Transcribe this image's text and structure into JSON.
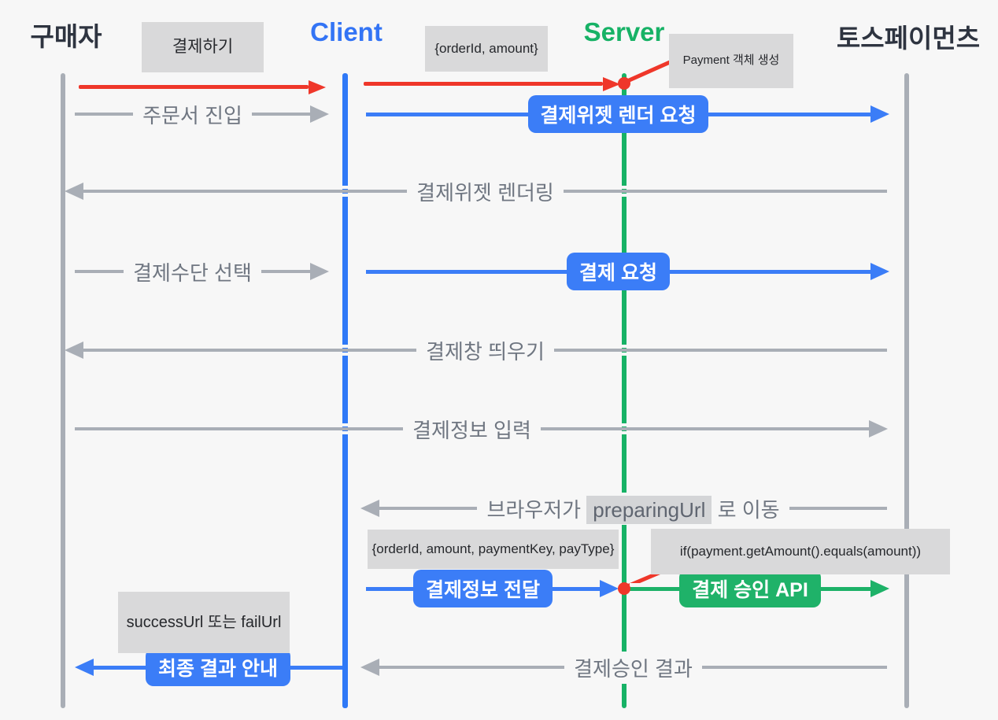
{
  "diagram_type": "payment-sequence-diagram",
  "actors": {
    "buyer": "구매자",
    "client": "Client",
    "server": "Server",
    "toss": "토스페이먼츠"
  },
  "notes": {
    "pay_click": "결제하기",
    "order_payload": "{orderId, amount}",
    "payment_object": "Payment 객체 생성",
    "confirm_payload": "{orderId, amount, paymentKey, payType}",
    "amount_check": "if(payment.getAmount().equals(amount))",
    "redirect_urls": "successUrl 또는 failUrl"
  },
  "messages": {
    "order_enter": {
      "label": "주문서 진입",
      "from": "buyer",
      "to": "client",
      "style": "gray"
    },
    "widget_render_req": {
      "label": "결제위젯 렌더 요청",
      "from": "client",
      "to": "toss",
      "style": "blue"
    },
    "widget_rendering": {
      "label": "결제위젯 렌더링",
      "from": "toss",
      "to": "buyer",
      "style": "gray"
    },
    "method_select": {
      "label": "결제수단 선택",
      "from": "buyer",
      "to": "client",
      "style": "gray"
    },
    "payment_request": {
      "label": "결제 요청",
      "from": "client",
      "to": "toss",
      "style": "blue"
    },
    "open_pay_window": {
      "label": "결제창 띄우기",
      "from": "toss",
      "to": "buyer",
      "style": "gray"
    },
    "pay_info_input": {
      "label": "결제정보 입력",
      "from": "buyer",
      "to": "toss",
      "style": "gray"
    },
    "browser_redirect": {
      "prefix": "브라우저가",
      "highlight": "preparingUrl",
      "suffix": "로 이동",
      "from": "toss",
      "to": "client",
      "style": "gray"
    },
    "pay_info_send": {
      "label": "결제정보 전달",
      "from": "client",
      "to": "server",
      "style": "blue"
    },
    "confirm_api": {
      "label": "결제 승인 API",
      "from": "server",
      "to": "toss",
      "style": "green"
    },
    "final_result": {
      "label": "최종 결과 안내",
      "from": "client",
      "to": "buyer",
      "style": "blue"
    },
    "confirm_result": {
      "label": "결제승인 결과",
      "from": "toss",
      "to": "client",
      "style": "gray"
    }
  },
  "colors": {
    "background": "#f7f7f7",
    "blue": "#3b7df7",
    "green": "#1db268",
    "red": "#ef372a",
    "gray_line": "#a9aeb6",
    "gray_text": "#6f7681",
    "note_background": "#d9d9da",
    "heading_ink": "#2e3440"
  }
}
